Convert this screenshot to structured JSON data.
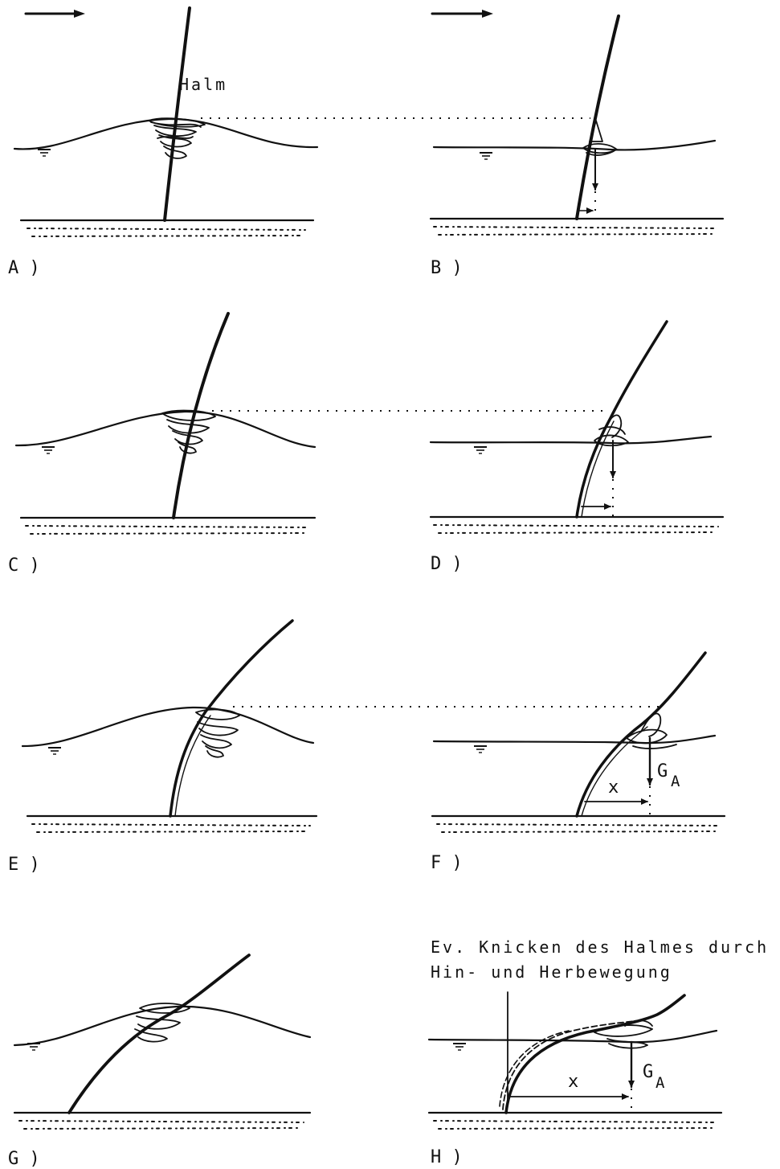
{
  "figure": {
    "halm_label": "Halm",
    "panels": {
      "A": {
        "label": "A )"
      },
      "B": {
        "label": "B )"
      },
      "C": {
        "label": "C )"
      },
      "D": {
        "label": "D )"
      },
      "E": {
        "label": "E )"
      },
      "F": {
        "label": "F )",
        "x_label": "x",
        "force_label": "G",
        "force_subscript": "A"
      },
      "G": {
        "label": "G )"
      },
      "H": {
        "label": "H )",
        "x_label": "x",
        "force_label": "G",
        "force_subscript": "A",
        "note_line1": "Ev. Knicken des Halmes durch",
        "note_line2": "Hin- und Herbewegung"
      }
    },
    "icons": [
      "flow-direction-arrow",
      "water-level-symbol",
      "sediment-bed",
      "wrack-clump",
      "force-arrow"
    ]
  }
}
